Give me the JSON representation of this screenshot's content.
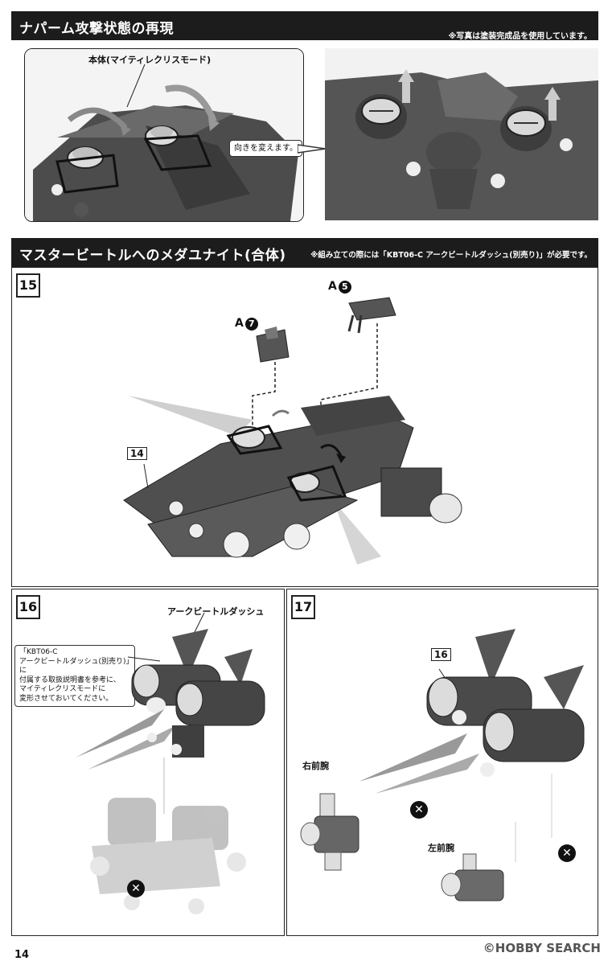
{
  "section1": {
    "title": "ナパーム攻撃状態の再現",
    "note": "※写真は塗装完成品を使用しています。",
    "body_label": "本体(マイティレクリスモード)",
    "callout": "向きを変えます。"
  },
  "section2": {
    "title": "マスタービートルへのメダユナイト(合体)",
    "note": "※組み立ての際には「KBT06-C アークビートルダッシュ(別売り)」が必要です。"
  },
  "step15": {
    "number": "15",
    "part_a7_letter": "A",
    "part_a7_num": "7",
    "part_a5_letter": "A",
    "part_a5_num": "5",
    "ref_step": "14"
  },
  "step16": {
    "number": "16",
    "label": "アークビートルダッシュ",
    "callout_line1": "「KBT06-C",
    "callout_line2": "アークビートルダッシュ(別売り)」に",
    "callout_line3": "付属する取扱説明書を参考に、",
    "callout_line4": "マイティレクリスモードに",
    "callout_line5": "変形させておいてください。",
    "x_mark": "✕"
  },
  "step17": {
    "number": "17",
    "ref_step": "16",
    "right_arm": "右前腕",
    "left_arm": "左前腕",
    "x_mark": "✕"
  },
  "footer": {
    "page": "14",
    "watermark": "©HOBBY SEARCH"
  }
}
